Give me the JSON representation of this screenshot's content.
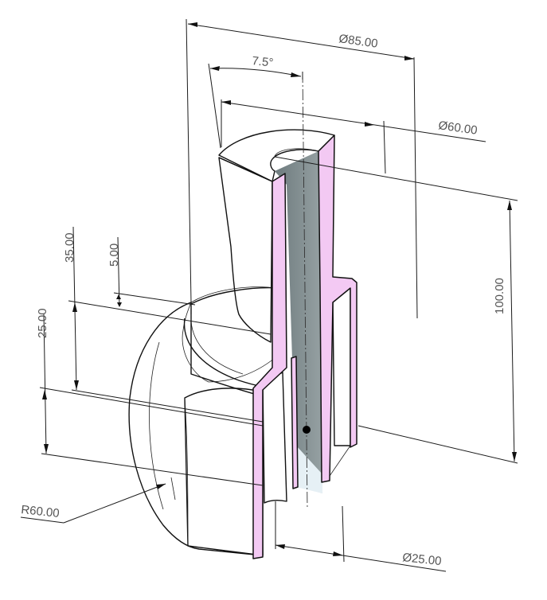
{
  "view": {
    "type": "3D section view",
    "background": "#ffffff",
    "colors": {
      "body": "#8c8c86",
      "body_dark": "#5d5e59",
      "body_light": "#b5b5ad",
      "section_fill": "#f3c9f3",
      "bore": "#7f8a8c",
      "dimension_text": "#555555",
      "dimension_line": "#1a1a1a"
    }
  },
  "dimensions": {
    "outer_diameter": "Ø85.00",
    "angle": "7.5°",
    "neck_diameter": "Ø60.00",
    "total_height": "100.00",
    "height_upper": "35.00",
    "step_height": "5.00",
    "height_lower": "25.00",
    "radius": "R60.00",
    "bore_diameter": "Ø25.00"
  }
}
